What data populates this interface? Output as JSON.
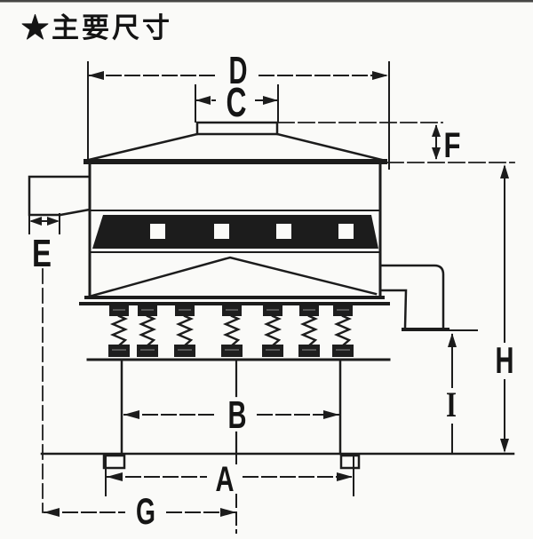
{
  "page": {
    "title": "★主要尺寸"
  },
  "diagram": {
    "dimension_labels": {
      "A": "A",
      "B": "B",
      "C": "C",
      "D": "D",
      "E": "E",
      "F": "F",
      "G": "G",
      "H": "H",
      "I": "I"
    },
    "colors": {
      "line": "#1c1c1c",
      "background": "#fafaf8",
      "band_fill": "#141414"
    }
  }
}
